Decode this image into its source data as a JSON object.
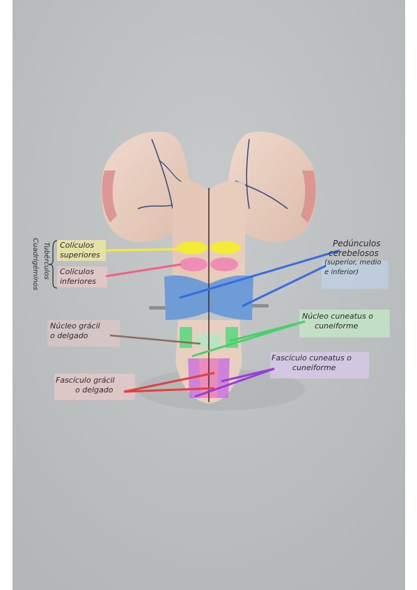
{
  "group_label": {
    "line1": "Tubérculos",
    "line2": "Cuadrigéminos"
  },
  "labels": {
    "colic_sup": {
      "line1": "Colículos",
      "line2": "superiores"
    },
    "colic_inf": {
      "line1": "Colículos",
      "line2": "inferiores"
    },
    "pedunculos": {
      "line1": "Pedúnculos",
      "line2": "cerebelosos",
      "line3": "(superior, medio",
      "line4": "e inferior)"
    },
    "nucleo_cuneatus": {
      "line1": "Núcleo cuneatus o",
      "line2": "cuneiforme"
    },
    "nucleo_gracil": {
      "line1": "Núcleo grácil",
      "line2": "o delgado"
    },
    "fasciculo_cuneatus": {
      "line1": "Fascículo cuneatus o",
      "line2": "cuneiforme"
    },
    "fasciculo_gracil": {
      "line1": "Fascículo grácil",
      "line2": "o delgado"
    }
  },
  "colors": {
    "background": "#bfc2c3",
    "tissue": "#e9cfc0",
    "yellow": "#f4ec34",
    "pink": "#f08db4",
    "blue": "#6f9bd6",
    "green": "#5fd782",
    "violet": "#c46ae0",
    "red": "#e04848",
    "brown": "#8a6a5a",
    "highlight_blue": "#bfd5ee",
    "highlight_green": "#c4ecc7",
    "highlight_violet": "#dccbf0",
    "highlight_pink": "#ecc9c9",
    "highlight_yellow": "#f4ef9a"
  }
}
